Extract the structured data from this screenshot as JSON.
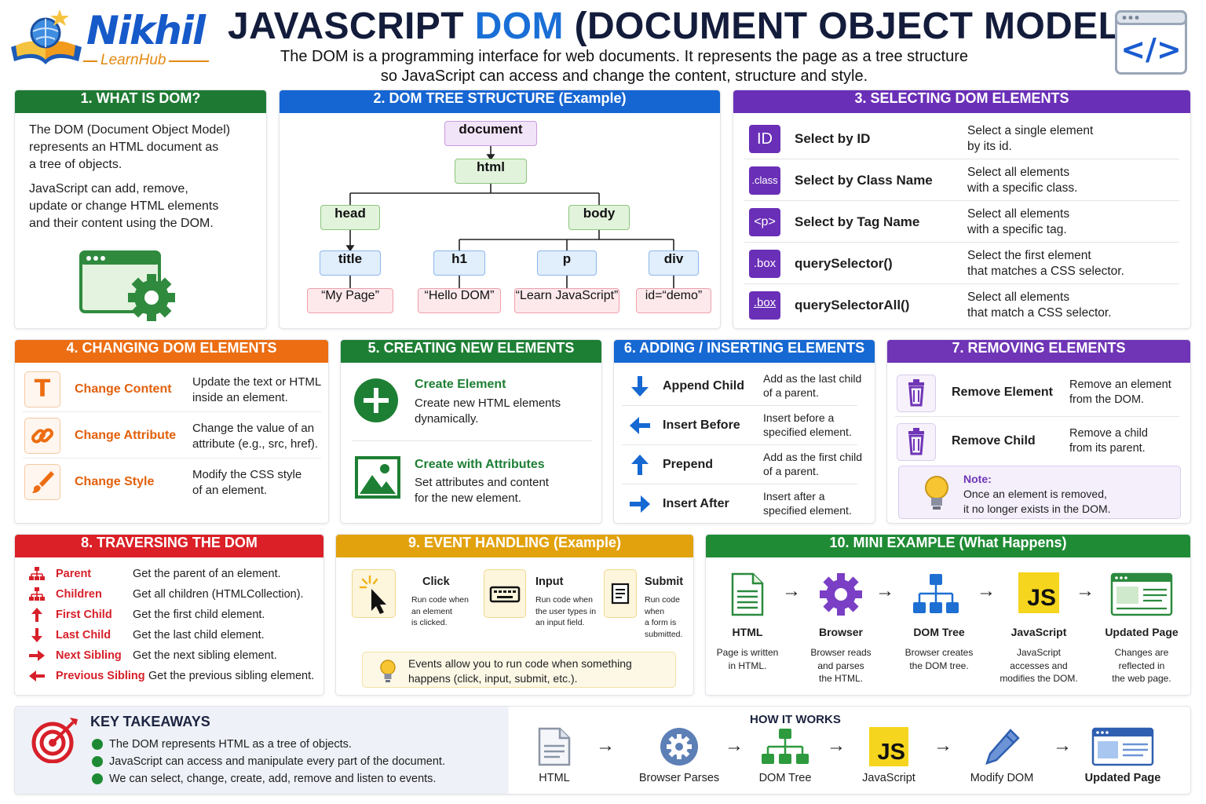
{
  "header": {
    "logo_name": "Nikhil",
    "logo_sub": "LearnHub",
    "title_a": "JAVASCRIPT ",
    "title_b": "DOM",
    "title_c": " (DOCUMENT OBJECT MODEL)",
    "subtitle_1": "The DOM is a programming interface for web documents. It represents the page as a tree structure",
    "subtitle_2": "so JavaScript can access and change the content, structure and style.",
    "code_icon_text": "</>"
  },
  "s1": {
    "title": "1. WHAT IS DOM?",
    "p1": [
      "The DOM (Document Object Model)",
      "represents an HTML document as",
      "a tree of objects."
    ],
    "p2": [
      "JavaScript can add, remove,",
      "update or change HTML elements",
      "and their content using the DOM."
    ]
  },
  "s2": {
    "title": "2. DOM TREE STRUCTURE (Example)",
    "nodes": {
      "document": "document",
      "html": "html",
      "head": "head",
      "body": "body",
      "title": "title",
      "h1": "h1",
      "p": "p",
      "div": "div",
      "t_title": "“My Page”",
      "t_h1": "“Hello DOM”",
      "t_p": "“Learn JavaScript”",
      "t_div": "id=“demo”"
    }
  },
  "s3": {
    "title": "3. SELECTING DOM ELEMENTS",
    "rows": [
      {
        "badge": "ID",
        "label": "Select by ID",
        "d1": "Select a single element",
        "d2": "by its id."
      },
      {
        "badge": ".class",
        "label": "Select by Class Name",
        "d1": "Select all elements",
        "d2": "with a specific class."
      },
      {
        "badge": "<p>",
        "label": "Select by Tag Name",
        "d1": "Select all elements",
        "d2": "with a specific tag."
      },
      {
        "badge": ".box",
        "label": "querySelector()",
        "d1": "Select the first element",
        "d2": "that matches a CSS selector."
      },
      {
        "badge": ".box",
        "label": "querySelectorAll()",
        "d1": "Select all elements",
        "d2": "that match a CSS selector."
      }
    ]
  },
  "s4": {
    "title": "4. CHANGING DOM ELEMENTS",
    "rows": [
      {
        "label": "Change Content",
        "d1": "Update the text or HTML",
        "d2": "inside an element."
      },
      {
        "label": "Change Attribute",
        "d1": "Change the value of an",
        "d2": "attribute (e.g., src, href)."
      },
      {
        "label": "Change Style",
        "d1": "Modify the CSS style",
        "d2": "of an element."
      }
    ]
  },
  "s5": {
    "title": "5. CREATING NEW ELEMENTS",
    "a_title": "Create Element",
    "a_d1": "Create new HTML elements",
    "a_d2": "dynamically.",
    "b_title": "Create with Attributes",
    "b_d1": "Set attributes and content",
    "b_d2": "for the new element."
  },
  "s6": {
    "title": "6. ADDING / INSERTING ELEMENTS",
    "rows": [
      {
        "label": "Append Child",
        "d1": "Add as the last child",
        "d2": "of a parent."
      },
      {
        "label": "Insert Before",
        "d1": "Insert before a",
        "d2": "specified element."
      },
      {
        "label": "Prepend",
        "d1": "Add as the first child",
        "d2": "of a parent."
      },
      {
        "label": "Insert After",
        "d1": "Insert after a",
        "d2": "specified element."
      }
    ]
  },
  "s7": {
    "title": "7. REMOVING ELEMENTS",
    "rows": [
      {
        "label": "Remove Element",
        "d1": "Remove an element",
        "d2": "from the DOM."
      },
      {
        "label": "Remove Child",
        "d1": "Remove a child",
        "d2": "from its parent."
      }
    ],
    "note_title": "Note:",
    "note_1": "Once an element is removed,",
    "note_2": "it no longer exists in the DOM."
  },
  "s8": {
    "title": "8. TRAVERSING THE DOM",
    "rows": [
      {
        "label": "Parent",
        "desc": "Get the parent of an element."
      },
      {
        "label": "Children",
        "desc": "Get all children (HTMLCollection)."
      },
      {
        "label": "First Child",
        "desc": "Get the first child element."
      },
      {
        "label": "Last Child",
        "desc": "Get the last child element."
      },
      {
        "label": "Next Sibling",
        "desc": "Get the next sibling element."
      },
      {
        "label": "Previous Sibling",
        "desc": "Get the previous sibling element."
      }
    ]
  },
  "s9": {
    "title": "9. EVENT HANDLING (Example)",
    "events": [
      {
        "title": "Click",
        "d": [
          "Run code when",
          "an element",
          "is clicked."
        ]
      },
      {
        "title": "Input",
        "d": [
          "Run code when",
          "the user types in",
          "an input field."
        ]
      },
      {
        "title": "Submit",
        "d": [
          "Run code when",
          "a form is",
          "submitted."
        ]
      }
    ],
    "tip_1": "Events allow you to run code when something",
    "tip_2": "happens (click, input, submit, etc.)."
  },
  "s10": {
    "title": "10. MINI EXAMPLE (What Happens)",
    "steps": [
      {
        "title": "HTML",
        "d": [
          "Page is written",
          "in HTML."
        ]
      },
      {
        "title": "Browser",
        "d": [
          "Browser reads",
          "and parses",
          "the HTML."
        ]
      },
      {
        "title": "DOM Tree",
        "d": [
          "Browser creates",
          "the DOM tree."
        ]
      },
      {
        "title": "JavaScript",
        "d": [
          "JavaScript",
          "accesses and",
          "modifies the DOM."
        ]
      },
      {
        "title": "Updated Page",
        "d": [
          "Changes are",
          "reflected in",
          "the web page."
        ]
      }
    ],
    "js": "JS"
  },
  "takeaways": {
    "title": "KEY TAKEAWAYS",
    "items": [
      "The DOM represents HTML as a tree of objects.",
      "JavaScript can access and manipulate every part of the document.",
      "We can select, change, create, add, remove and listen to events."
    ]
  },
  "how": {
    "title": "HOW IT WORKS",
    "steps": [
      "HTML",
      "Browser Parses",
      "DOM Tree",
      "JavaScript",
      "Modify DOM",
      "Updated Page"
    ],
    "js": "JS"
  },
  "arrow": "→",
  "colors": {
    "green": "#1e7a33",
    "blue": "#1565d2",
    "purple": "#6a2fb7",
    "orange": "#ec6d12",
    "red": "#db2027",
    "yellow": "#e2a20d"
  }
}
